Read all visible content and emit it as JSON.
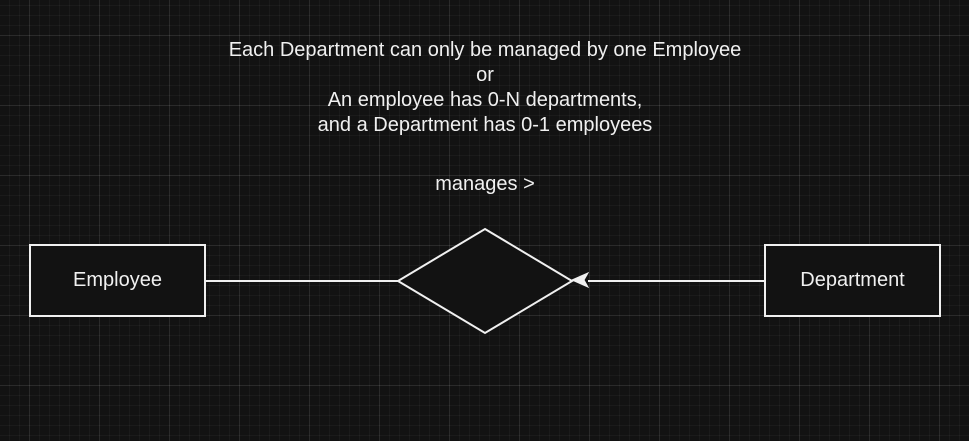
{
  "note": {
    "lines": [
      "Each Department can only be managed by one Employee",
      "or",
      "An employee has 0-N departments,",
      "and a Department has 0-1 employees"
    ]
  },
  "relationship": {
    "label": "manages >"
  },
  "entities": {
    "employee": "Employee",
    "department": "Department"
  },
  "colors": {
    "background": "#121212",
    "stroke": "#f0f0f0",
    "text": "#f0f0f0"
  }
}
